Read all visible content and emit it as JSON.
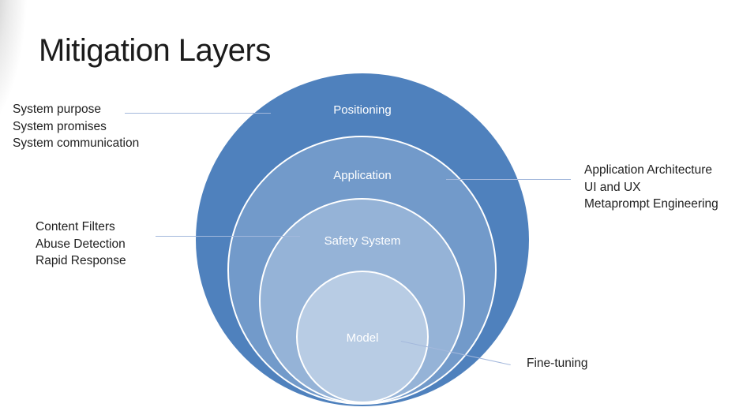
{
  "slide": {
    "title": "Mitigation Layers",
    "background": "#ffffff"
  },
  "diagram": {
    "type": "nested-circles",
    "rings": [
      {
        "label": "Positioning",
        "color": "#4f81bd"
      },
      {
        "label": "Application",
        "color": "#729aca"
      },
      {
        "label": "Safety System",
        "color": "#95b3d7"
      },
      {
        "label": "Model",
        "color": "#b8cce4"
      }
    ],
    "ring_stroke_color": "#ffffff",
    "connector_color": "#a3b8dc"
  },
  "annotations": {
    "positioning": {
      "target": "Positioning",
      "lines": [
        "System purpose",
        "System promises",
        "System communication"
      ]
    },
    "application": {
      "target": "Application",
      "lines": [
        "Application Architecture",
        "UI and UX",
        "Metaprompt Engineering"
      ]
    },
    "safety_system": {
      "target": "Safety System",
      "lines": [
        "Content Filters",
        "Abuse Detection",
        "Rapid Response"
      ]
    },
    "model": {
      "target": "Model",
      "lines": [
        "Fine-tuning"
      ]
    }
  }
}
